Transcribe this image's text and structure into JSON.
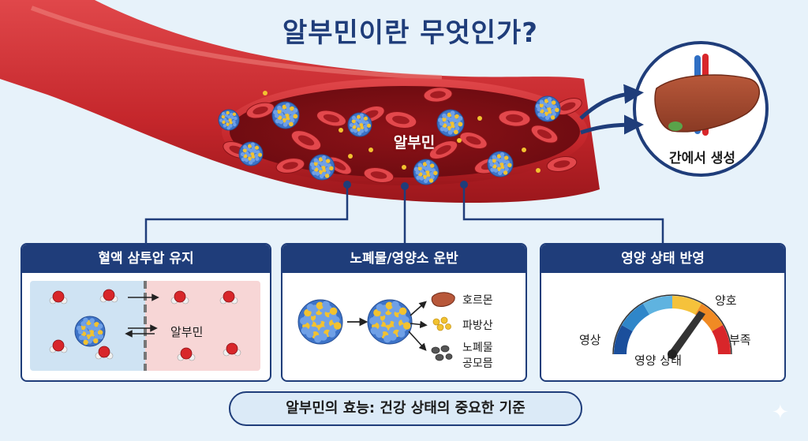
{
  "title": "알부민이란 무엇인가?",
  "vessel_label": "알부민",
  "liver_label": "간에서 생성",
  "panels": [
    {
      "heading": "혈액 삼투압 유지",
      "albumin_label": "알부민"
    },
    {
      "heading": "노폐물/영양소 운반",
      "items": [
        "호르몬",
        "파방산",
        "노폐물",
        "공모믐"
      ]
    },
    {
      "heading": "영양 상태 반영",
      "gauge": {
        "left_label": "영상",
        "top_label": "양호",
        "right_label": "부족",
        "bottom_label": "영양 상태",
        "segment_colors": [
          "#1b4f9c",
          "#2f86c9",
          "#5fb3e0",
          "#f5c23b",
          "#f08a24",
          "#d8262a"
        ]
      }
    }
  ],
  "footer": "알부민의 효능: 건강 상태의 중요한 기준",
  "colors": {
    "navy": "#1f3d7a",
    "vessel": "#c8282c",
    "rbc": "#d42a30",
    "albumin_blue": "#3d73c8",
    "albumin_yellow": "#f2c230"
  }
}
